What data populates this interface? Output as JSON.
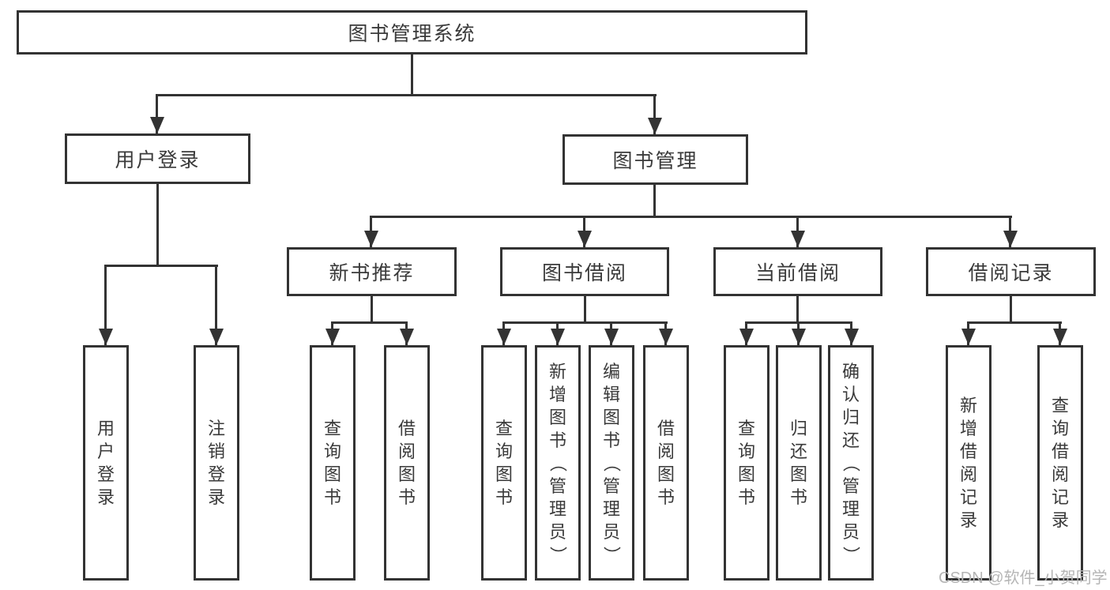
{
  "colors": {
    "line": "#333333",
    "text": "#3a3a3a",
    "background": "#ffffff",
    "watermark": "#b5b5b5"
  },
  "watermark": "CSDN @软件_小贺同学",
  "tree": {
    "root": {
      "label": "图书管理系统",
      "children": [
        {
          "label": "用户登录",
          "children": [
            {
              "label": "用户登录"
            },
            {
              "label": "注销登录"
            }
          ]
        },
        {
          "label": "图书管理",
          "children": [
            {
              "label": "新书推荐",
              "children": [
                {
                  "label": "查询图书"
                },
                {
                  "label": "借阅图书"
                }
              ]
            },
            {
              "label": "图书借阅",
              "children": [
                {
                  "label": "查询图书"
                },
                {
                  "label": "新增图书（管理员）"
                },
                {
                  "label": "编辑图书（管理员）"
                },
                {
                  "label": "借阅图书"
                }
              ]
            },
            {
              "label": "当前借阅",
              "children": [
                {
                  "label": "查询图书"
                },
                {
                  "label": "归还图书"
                },
                {
                  "label": "确认归还（管理员）"
                }
              ]
            },
            {
              "label": "借阅记录",
              "children": [
                {
                  "label": "新增借阅记录"
                },
                {
                  "label": "查询借阅记录"
                }
              ]
            }
          ]
        }
      ]
    }
  }
}
